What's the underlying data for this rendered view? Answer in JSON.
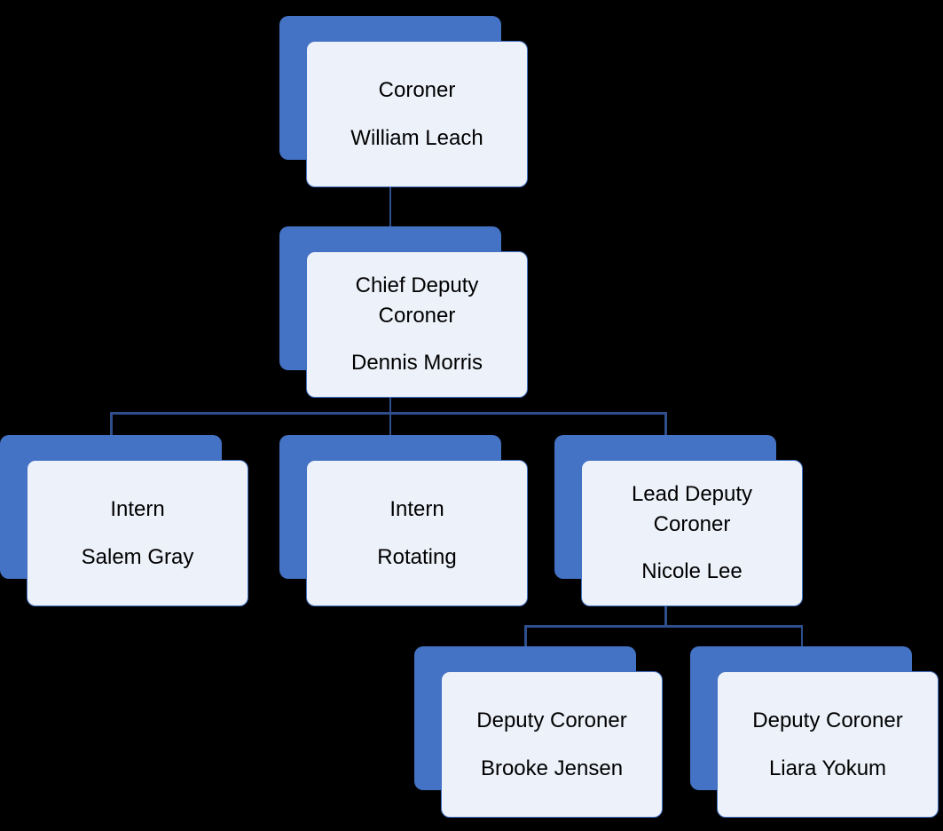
{
  "diagram": {
    "type": "org-chart",
    "background": "#000000",
    "colors": {
      "node_shadow": "#4472C4",
      "node_fill": "#EDF1FA",
      "node_border": "#4472C4",
      "connector": "#2E4E8C",
      "text": "#000000"
    },
    "nodes": [
      {
        "id": "coroner",
        "title": "Coroner",
        "name": "William Leach",
        "reports_to": null
      },
      {
        "id": "chief-deputy-coroner",
        "title": "Chief Deputy Coroner",
        "name": "Dennis Morris",
        "reports_to": "coroner"
      },
      {
        "id": "intern-salem",
        "title": "Intern",
        "name": "Salem Gray",
        "reports_to": "chief-deputy-coroner"
      },
      {
        "id": "intern-rotating",
        "title": "Intern",
        "name": "Rotating",
        "reports_to": "chief-deputy-coroner"
      },
      {
        "id": "lead-deputy-coroner",
        "title": "Lead Deputy Coroner",
        "name": "Nicole Lee",
        "reports_to": "chief-deputy-coroner"
      },
      {
        "id": "deputy-brooke",
        "title": "Deputy Coroner",
        "name": "Brooke Jensen",
        "reports_to": "lead-deputy-coroner"
      },
      {
        "id": "deputy-liara",
        "title": "Deputy Coroner",
        "name": "Liara Yokum",
        "reports_to": "lead-deputy-coroner"
      }
    ]
  }
}
